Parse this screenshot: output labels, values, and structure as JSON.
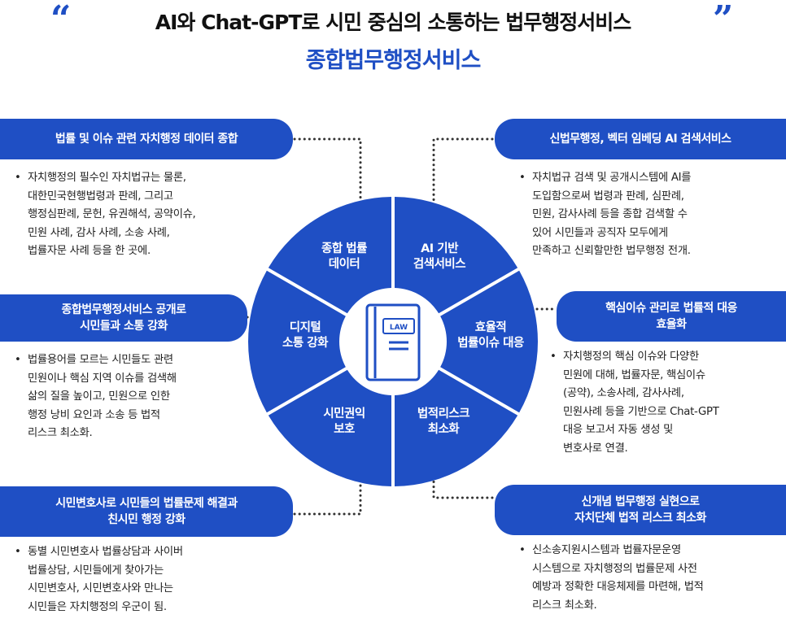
{
  "header": {
    "open_quote": "“",
    "close_quote": "”",
    "title": "AI와 Chat-GPT로 시민 중심의 소통하는 법무행정서비스",
    "subtitle": "종합법무행정서비스"
  },
  "center": {
    "badge": "LAW",
    "icon": "law-book-icon"
  },
  "segments": [
    {
      "label_line1": "종합 법률",
      "label_line2": "데이터"
    },
    {
      "label_line1": "AI 기반",
      "label_line2": "검색서비스"
    },
    {
      "label_line1": "효율적",
      "label_line2": "법률이슈 대응"
    },
    {
      "label_line1": "법적리스크",
      "label_line2": "최소화"
    },
    {
      "label_line1": "시민권익",
      "label_line2": "보호"
    },
    {
      "label_line1": "디지털",
      "label_line2": "소통 강화"
    }
  ],
  "cards": {
    "left1": {
      "title_line1": "법률 및 이슈 관련 자치행정 데이터 종합",
      "title_line2": "",
      "bullet": "•",
      "desc_lines": [
        "자치행정의 필수인 자치법규는 물론,",
        "대한민국현행법령과 판례, 그리고",
        "행정심판례, 문헌, 유권해석, 공약이슈,",
        "민원 사례, 감사 사례, 소송 사례,",
        "법률자문 사례 등을 한 곳에."
      ]
    },
    "left2": {
      "title_line1": "종합법무행정서비스 공개로",
      "title_line2": "시민들과 소통 강화",
      "bullet": "•",
      "desc_lines": [
        "법률용어를 모르는 시민들도 관련",
        "민원이나 핵심 지역 이슈를 검색해",
        "삶의 질을 높이고, 민원으로 인한",
        "행정 낭비 요인과 소송 등 법적",
        "리스크 최소화."
      ]
    },
    "left3": {
      "title_line1": "시민변호사로 시민들의 법률문제 해결과",
      "title_line2": "친시민 행정 강화",
      "bullet": "•",
      "desc_lines": [
        "동별 시민변호사 법률상담과 사이버",
        "법률상담, 시민들에게 찾아가는",
        "시민변호사, 시민변호사와 만나는",
        "시민들은 자치행정의 우군이 됨."
      ]
    },
    "right1": {
      "title_line1": "신법무행정, 벡터 임베딩 AI 검색서비스",
      "title_line2": "",
      "bullet": "•",
      "desc_lines": [
        "자치법규 검색 및 공개시스템에 AI를",
        "도입함으로써 법령과 판례, 심판례,",
        "민원, 감사사례 등을 종합 검색할 수",
        "있어 시민들과 공직자 모두에게",
        "만족하고 신뢰할만한 법무행정 전개."
      ]
    },
    "right2": {
      "title_line1": "핵심이슈 관리로 법률적 대응",
      "title_line2": "효율화",
      "bullet": "•",
      "desc_lines": [
        "자치행정의 핵심 이슈와 다양한",
        "민원에 대해, 법률자문, 핵심이슈",
        "(공약), 소송사례, 감사사례,",
        "민원사례 등을 기반으로 Chat-GPT",
        "대응 보고서 자동 생성 및",
        "변호사로 연결."
      ]
    },
    "right3": {
      "title_line1": "신개념 법무행정 실현으로",
      "title_line2": "자치단체 법적 리스크 최소화",
      "bullet": "•",
      "desc_lines": [
        "신소송지원시스템과 법률자문운영",
        "시스템으로 자치행정의 법률문제 사전",
        "예방과 정확한 대응체제를 마련해, 법적",
        "리스크 최소화."
      ]
    }
  },
  "colors": {
    "primary": "#1f4fc4",
    "text": "#222222",
    "dots": "#333333"
  }
}
